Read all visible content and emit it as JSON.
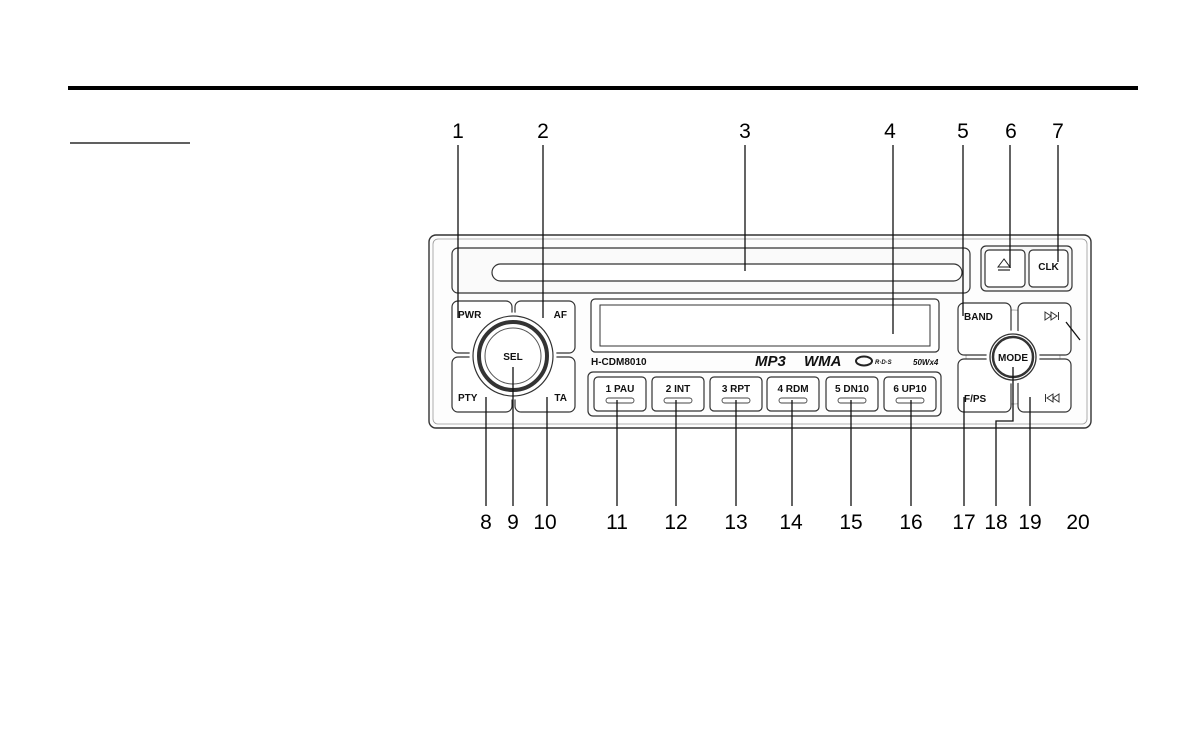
{
  "model": "H-CDM8010",
  "logos": {
    "mp3": "MP3",
    "wma": "WMA",
    "rds": "R·D·S",
    "power": "50Wx4"
  },
  "buttons": {
    "pwr": "PWR",
    "af": "AF",
    "pty": "PTY",
    "ta": "TA",
    "sel": "SEL",
    "clk": "CLK",
    "band": "BAND",
    "fps": "F/PS",
    "mode": "MODE",
    "presets": [
      "1 PAU",
      "2 INT",
      "3 RPT",
      "4 RDM",
      "5 DN10",
      "6 UP10"
    ]
  },
  "icons": {
    "eject": "eject-icon",
    "next": "next-track-icon",
    "prev": "prev-track-icon"
  },
  "callouts": {
    "top": [
      "1",
      "2",
      "3",
      "4",
      "5",
      "6",
      "7"
    ],
    "bottom": [
      "8",
      "9",
      "10",
      "11",
      "12",
      "13",
      "14",
      "15",
      "16",
      "17",
      "18",
      "19",
      "20"
    ]
  },
  "colors": {
    "accent_red": "#d23a2e"
  }
}
